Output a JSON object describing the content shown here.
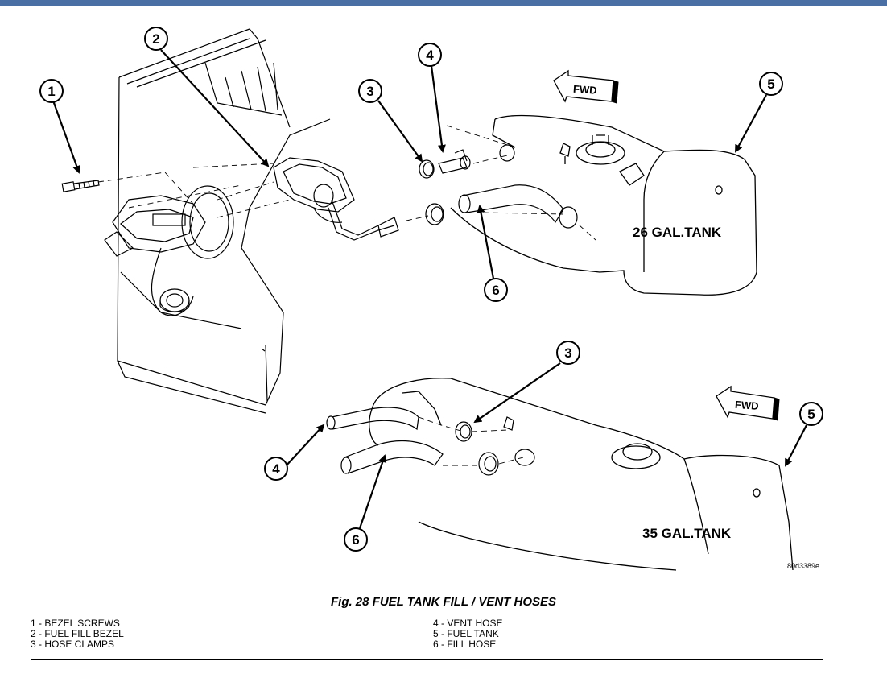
{
  "callouts": {
    "c1": "1",
    "c2": "2",
    "c3_top": "3",
    "c4_top": "4",
    "c5_top": "5",
    "c6_top": "6",
    "c3_bottom": "3",
    "c4_bottom": "4",
    "c5_bottom": "5",
    "c6_bottom": "6"
  },
  "tank_labels": {
    "top": "26 GAL.TANK",
    "bottom": "35 GAL.TANK"
  },
  "fwd_label": "FWD",
  "figure_code": "80d3389e",
  "caption": "Fig. 28 FUEL TANK FILL / VENT HOSES",
  "legend": {
    "left": [
      "1 - BEZEL SCREWS",
      "2 - FUEL FILL BEZEL",
      "3 - HOSE CLAMPS"
    ],
    "right": [
      "4 - VENT HOSE",
      "5 - FUEL TANK",
      "6 - FILL HOSE"
    ]
  },
  "colors": {
    "topbar": "#4a6fa5",
    "line": "#000000"
  }
}
